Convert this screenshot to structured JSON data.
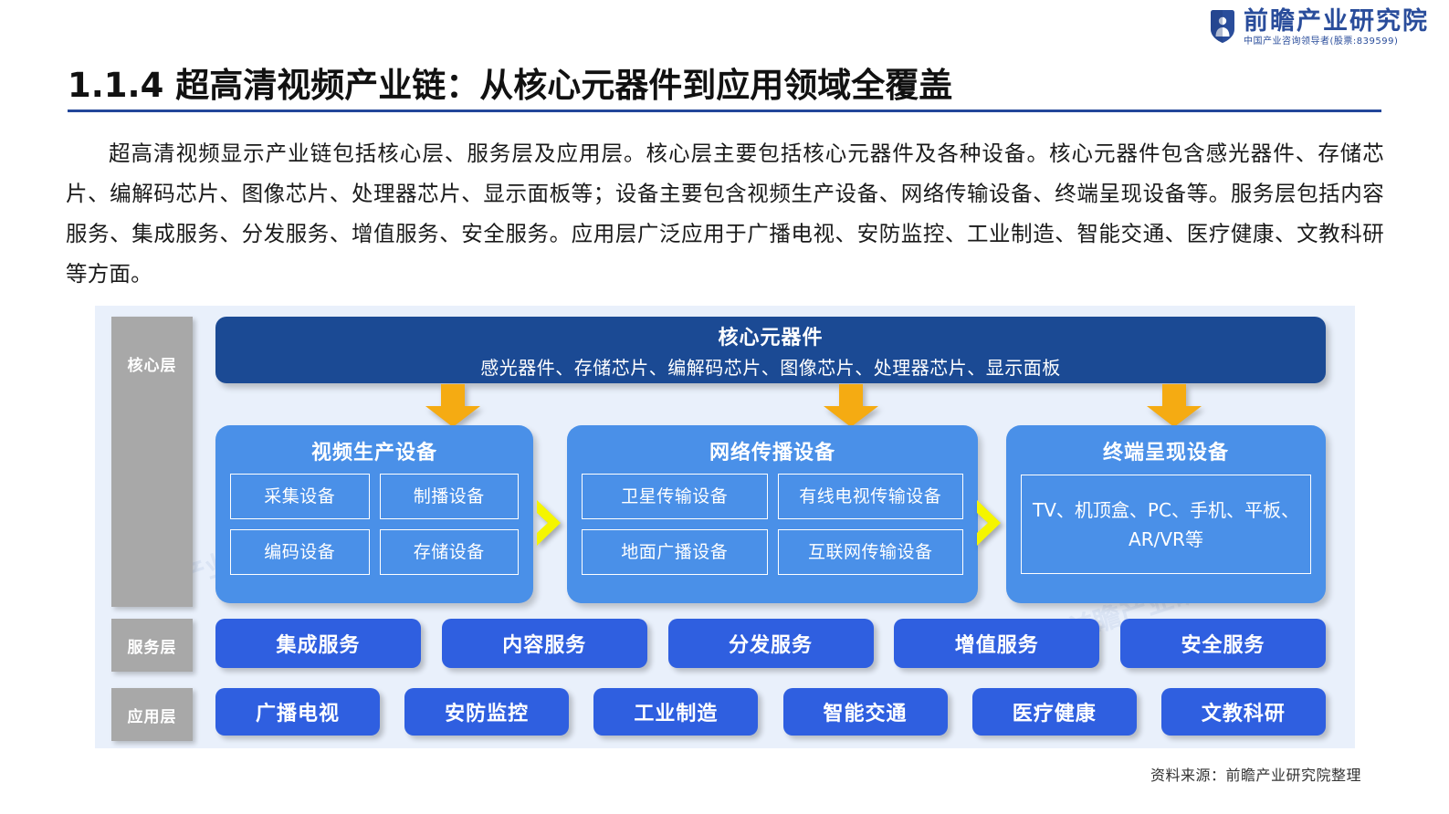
{
  "brand": {
    "name": "前瞻产业研究院",
    "tagline": "中国产业咨询领导者(股票:839599)",
    "logo_icon": "shield-person-logo-icon"
  },
  "title": "1.1.4  超高清视频产业链：从核心元器件到应用领域全覆盖",
  "paragraph": "超高清视频显示产业链包括核心层、服务层及应用层。核心层主要包括核心元器件及各种设备。核心元器件包含感光器件、存储芯片、编解码芯片、图像芯片、处理器芯片、显示面板等；设备主要包含视频生产设备、网络传输设备、终端呈现设备等。服务层包括内容服务、集成服务、分发服务、增值服务、安全服务。应用层广泛应用于广播电视、安防监控、工业制造、智能交通、医疗健康、文教科研等方面。",
  "diagram": {
    "layer_tags": {
      "core": "核心层",
      "service": "服务层",
      "application": "应用层"
    },
    "core_banner": {
      "title": "核心元器件",
      "subtitle": "感光器件、存储芯片、编解码芯片、图像芯片、处理器芯片、显示面板"
    },
    "equipment_groups": [
      {
        "title": "视频生产设备",
        "items": [
          "采集设备",
          "制播设备",
          "编码设备",
          "存储设备"
        ]
      },
      {
        "title": "网络传播设备",
        "items": [
          "卫星传输设备",
          "有线电视传输设备",
          "地面广播设备",
          "互联网传输设备"
        ]
      },
      {
        "title": "终端呈现设备",
        "items": [
          "TV、机顶盒、PC、手机、平板、AR/VR等"
        ]
      }
    ],
    "service_layer": [
      "集成服务",
      "内容服务",
      "分发服务",
      "增值服务",
      "安全服务"
    ],
    "application_layer": [
      "广播电视",
      "安防监控",
      "工业制造",
      "智能交通",
      "医疗健康",
      "文教科研"
    ],
    "arrows": {
      "down_icon": "down-arrow-icon",
      "chevron_icon": "chevron-right-icon"
    },
    "colors": {
      "panel_bg": "#e9f0fb",
      "core_banner": "#1b4a94",
      "equipment_box": "#4a90e8",
      "pill": "#2f5fe0",
      "layer_tag": "#a8a8a8",
      "down_arrow": "#f5ab12",
      "chevron": "#f5f500",
      "title_rule": "#23479a"
    }
  },
  "source_note": "资料来源：前瞻产业研究院整理",
  "watermark_text": "前瞻产业研究院"
}
